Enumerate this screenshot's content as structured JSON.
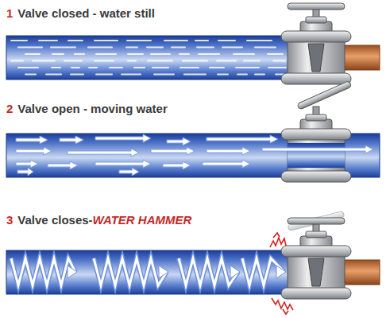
{
  "diagram": {
    "labels": [
      "1",
      "Valve closed - water still",
      "2",
      "Valve open - moving water",
      "3",
      "Valve closes-",
      "WATER HAMMER"
    ]
  }
}
